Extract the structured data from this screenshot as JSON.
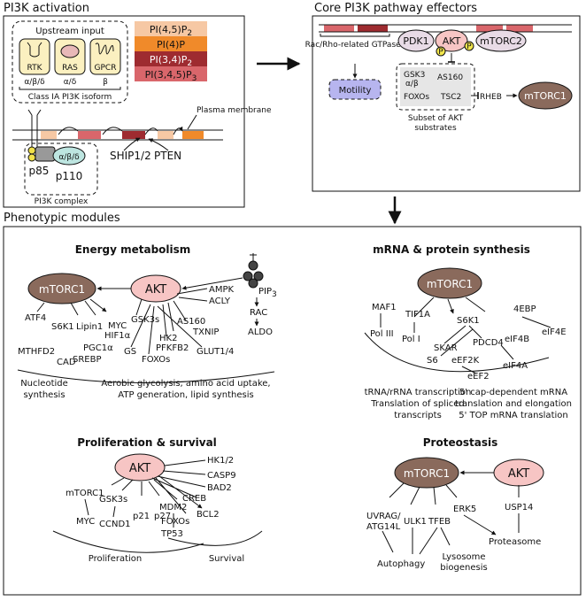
{
  "panel1": {
    "title": "PI3K activation",
    "upstream_label": "Upstream input",
    "receptors": [
      "RTK",
      "RAS",
      "GPCR"
    ],
    "isoforms": [
      "α/β/δ",
      "α/δ",
      "β"
    ],
    "isoform_caption": "Class IA PI3K isoform",
    "pips": [
      {
        "base": "PI(4,5)P",
        "sub": "2",
        "color": "#f6c8a4"
      },
      {
        "base": "PI(4)P",
        "sub": "",
        "color": "#f08a2a"
      },
      {
        "base": "PI(3,4)P",
        "sub": "2",
        "color": "#9e2b30"
      },
      {
        "base": "PI(3,4,5)P",
        "sub": "3",
        "color": "#d9666b"
      }
    ],
    "membrane_label": "Plasma membrane",
    "p85": "p85",
    "p110": "p110",
    "p110_iso": "α/β/δ",
    "complex_label": "PI3K complex",
    "phosphatases": [
      "SHIP1/2",
      "PTEN"
    ]
  },
  "panel2": {
    "title": "Core PI3K pathway effectors",
    "gtpases": "Rac/Rho-related GTPases",
    "motility": "Motility",
    "pdk1": "PDK1",
    "akt": "AKT",
    "mtorc2": "mTORC2",
    "p": "P",
    "substrates": [
      "GSK3",
      "α/β",
      "AS160",
      "FOXOs",
      "TSC2"
    ],
    "rheb": "RHEB",
    "mtorc1": "mTORC1",
    "substrates_label": [
      "Subset of AKT",
      "substrates"
    ]
  },
  "modules": {
    "title": "Phenotypic modules",
    "energy": {
      "title": "Energy metabolism",
      "mtorc1": "mTORC1",
      "akt": "AKT",
      "pip3": "PIP",
      "pip3_sub": "3",
      "targets": [
        "ATF4",
        "S6K1",
        "Lipin1",
        "MYC",
        "HIF1α",
        "GSK3s",
        "AS160",
        "AMPK",
        "ACLY",
        "TXNIP",
        "HK2",
        "PFKFB2",
        "GLUT1/4",
        "GS",
        "FOXOs",
        "MTHFD2",
        "CAD",
        "PGC1α",
        "SREBP",
        "RAC",
        "ALDO"
      ],
      "caption_left": [
        "Nucleotide",
        "synthesis"
      ],
      "caption_right": [
        "Aerobic glycolysis, amino acid uptake,",
        "ATP generation, lipid synthesis"
      ]
    },
    "mrna": {
      "title": "mRNA & protein synthesis",
      "mtorc1": "mTORC1",
      "targets": [
        "MAF1",
        "TIF1A",
        "S6K1",
        "4EBP",
        "Pol III",
        "Pol I",
        "SKAR",
        "S6",
        "PDCD4",
        "eIF4B",
        "eIF4E",
        "eEF2K",
        "eIF4A",
        "eEF2"
      ],
      "caption_left": [
        "tRNA/rRNA transcription",
        "Translation of spliced",
        "transcripts"
      ],
      "caption_right": [
        "5' cap-dependent mRNA",
        "translation and elongation",
        "5' TOP mRNA translation"
      ]
    },
    "prolif": {
      "title": "Proliferation & survival",
      "akt": "AKT",
      "targets": [
        "HK1/2",
        "CASP9",
        "BAD2",
        "CREB",
        "BCL2",
        "mTORC1",
        "GSK3s",
        "MYC",
        "CCND1",
        "p21",
        "p27",
        "MDM2",
        "TP53",
        "FOXOs"
      ],
      "caption_left": "Proliferation",
      "caption_right": "Survival"
    },
    "proteo": {
      "title": "Proteostasis",
      "mtorc1": "mTORC1",
      "akt": "AKT",
      "targets": [
        "UVRAG/",
        "ATG14L",
        "ULK1",
        "TFEB",
        "ERK5",
        "USP14",
        "Proteasome",
        "Autophagy",
        "Lysosome",
        "biogenesis"
      ]
    }
  }
}
